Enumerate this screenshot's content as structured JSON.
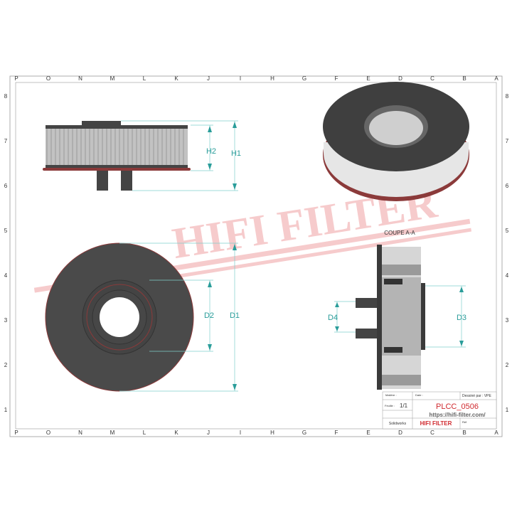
{
  "grid": {
    "columns": [
      "P",
      "O",
      "N",
      "M",
      "L",
      "K",
      "J",
      "I",
      "H",
      "G",
      "F",
      "E",
      "D",
      "C",
      "B",
      "A"
    ],
    "rows": [
      "8",
      "7",
      "6",
      "5",
      "4",
      "3",
      "2",
      "1"
    ]
  },
  "watermark": {
    "text": "HIFI FILTER",
    "color": "#e2474b"
  },
  "views": {
    "side": {
      "h2": "H2",
      "h1": "H1"
    },
    "front": {
      "d2": "D2",
      "d1": "D1"
    },
    "section": {
      "title": "COUPE A-A",
      "d4": "D4",
      "d3": "D3"
    }
  },
  "title_block": {
    "material": "Matière :",
    "date": "Date :",
    "drawn_by": "Dessiné par : VPE",
    "sheet_label": "Feuille :",
    "sheet_value": "1/1",
    "part_number": "PLCC_0506",
    "url": "https://hifi-filter.com/",
    "software": "Solidworks",
    "brand": "HIFI FILTER",
    "ref": "Réf",
    "accent_color": "#d0282e"
  },
  "colors": {
    "dimension": "#2a9d9a",
    "seal": "#8b2e2e",
    "body": "#4a4a4a"
  }
}
